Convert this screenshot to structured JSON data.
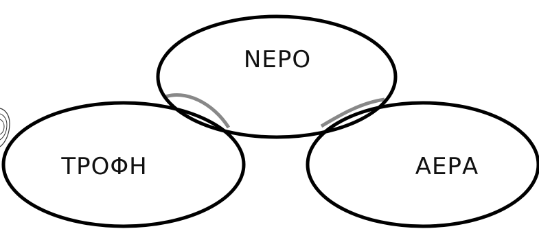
{
  "diagram": {
    "circles": [
      {
        "label": "ΝΕΡΟ"
      },
      {
        "label": "ΤΡΟΦΗ"
      },
      {
        "label": "ΑΕΡΑ"
      }
    ]
  }
}
